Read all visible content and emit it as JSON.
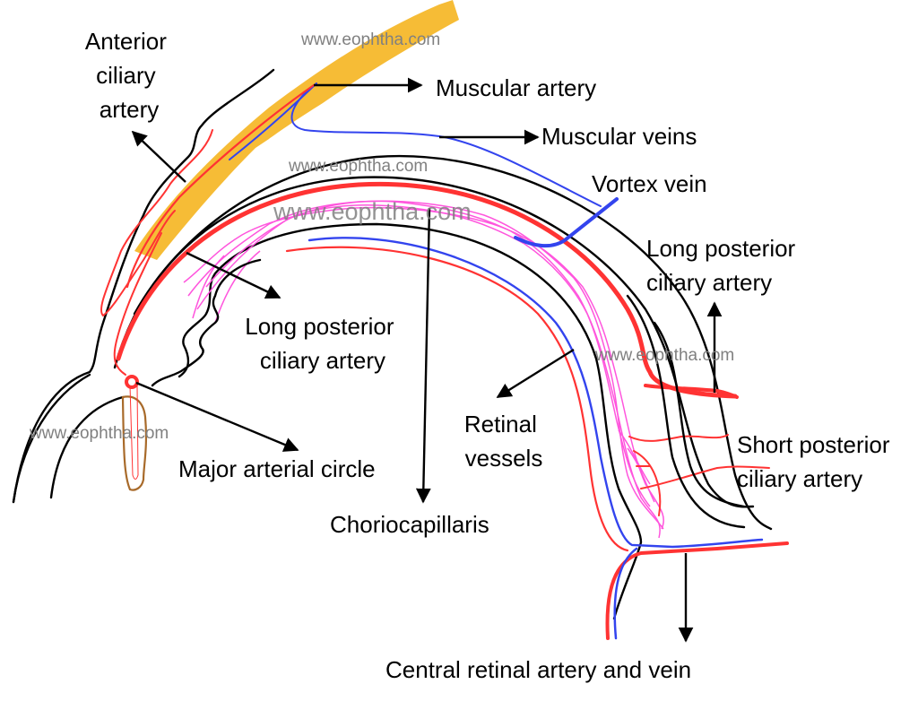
{
  "title": "Blood supply of the eye",
  "watermark": "www.eophtha.com",
  "colors": {
    "artery": "#ff3333",
    "vein": "#3344ee",
    "muscle": "#f5b520",
    "choriocapillaris": "#ff55dd",
    "ciliary_body": "#a86a2a",
    "watermark": "#808080"
  },
  "labels": {
    "anterior_ciliary": [
      "Anterior",
      "ciliary",
      "artery"
    ],
    "muscular_artery": "Muscular artery",
    "muscular_veins": "Muscular veins",
    "vortex_vein": "Vortex vein",
    "long_posterior_right": [
      "Long posterior",
      "ciliary artery"
    ],
    "long_posterior_left": [
      "Long posterior",
      "ciliary artery"
    ],
    "retinal_vessels": [
      "Retinal",
      "vessels"
    ],
    "short_posterior": [
      "Short posterior",
      "ciliary artery"
    ],
    "major_arterial_circle": "Major arterial circle",
    "choriocapillaris": "Choriocapillaris",
    "central_retinal": "Central retinal artery and vein"
  }
}
